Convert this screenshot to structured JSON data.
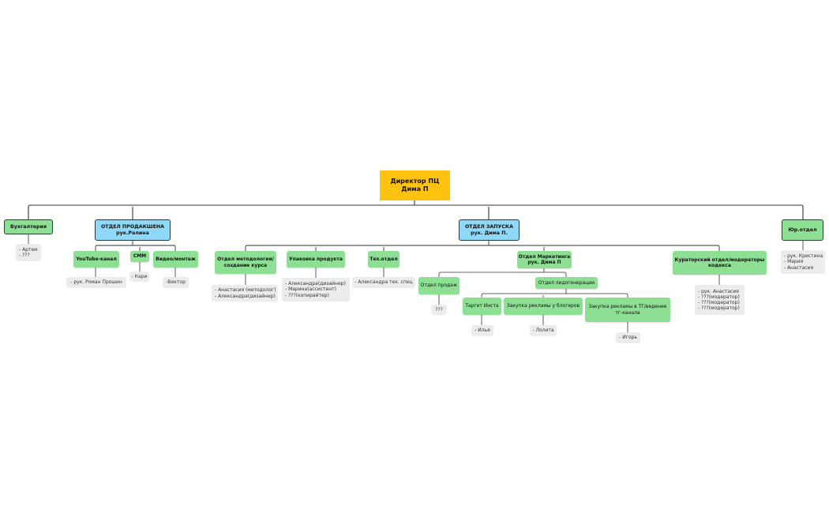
{
  "chart": {
    "root": {
      "line1": "Директор ПЦ",
      "line2": "Дима П"
    },
    "accounting": {
      "title": "Бухгалтерия",
      "members": [
        "- Артем",
        "- ???"
      ]
    },
    "production": {
      "line1": "ОТДЕЛ ПРОДАКШЕНА",
      "line2": "рук.Ралина",
      "youtube": {
        "title": "YouTube-канал",
        "note": "- рук. Роман Прошин"
      },
      "smm": {
        "title": "СММ",
        "note": "- Кари"
      },
      "video": {
        "title": "Видео/монтаж",
        "note": "-Виктор"
      }
    },
    "launch": {
      "line1": "ОТДЕЛ ЗАПУСКА",
      "line2": "рук. Дима П.",
      "methodology": {
        "line1": "Отдел методологии/",
        "line2": "создание курса",
        "members": [
          "- Анастасия (методолог)",
          "- Александра(дизайнер)"
        ]
      },
      "packaging": {
        "title": "Упаковка продукта",
        "members": [
          "- Александра(дизайнер)",
          "- Марина(ассистент)",
          "- ???(копирайтер)"
        ]
      },
      "tech": {
        "title": "Тех.отдел",
        "note": "- Александра тех. спец"
      },
      "marketing": {
        "line1": "Отдел Маркетинга",
        "line2": "рук. Дима П",
        "sales": {
          "title": "Отдел продаж",
          "note": "???"
        },
        "leadgen": {
          "title": "Отдел лидогенерации",
          "insta": {
            "title": "Таргет Инста",
            "note": "- Илья"
          },
          "bloggers": {
            "title": "Закупка рекламы у блогеров",
            "note": "- Лолита"
          },
          "tg": {
            "line1": "Закупка рекламы в ТГ/ведение",
            "line2": "тг-канала",
            "note": "- Игорь"
          }
        }
      },
      "curators": {
        "line1": "Кураторский отдел/модераторы",
        "line2": "кодекса",
        "members": [
          "- рук. Анастасия",
          "- ???(модератор)",
          "- ???(модератор)",
          "- ???(модератор)"
        ]
      }
    },
    "legal": {
      "title": "Юр.отдел",
      "members": [
        "- рук. Кристина",
        "- Мария",
        "- Анастасия"
      ]
    }
  },
  "colors": {
    "root": "#ffc20e",
    "department": "#8ed8f8",
    "unit": "#8ddf94",
    "note": "#ececec",
    "line": "#333333"
  }
}
